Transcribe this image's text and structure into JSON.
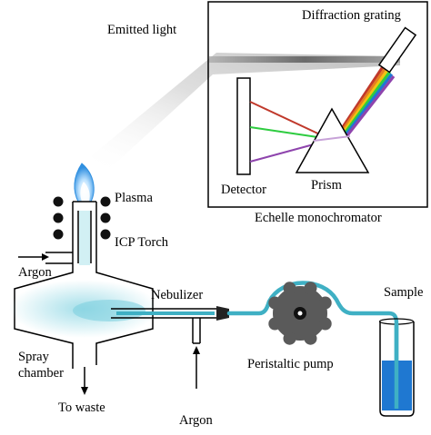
{
  "labels": {
    "emitted_light": "Emitted light",
    "diffraction_grating": "Diffraction grating",
    "detector": "Detector",
    "prism": "Prism",
    "echelle_monochromator": "Echelle monochromator",
    "plasma": "Plasma",
    "icp_torch": "ICP Torch",
    "argon_torch": "Argon",
    "nebulizer": "Nebulizer",
    "sample": "Sample",
    "spray": "Spray",
    "chamber": "chamber",
    "peristaltic_pump": "Peristaltic pump",
    "to_waste": "To waste",
    "argon_nebulizer": "Argon"
  },
  "colors": {
    "tube": "#3fb0c4",
    "spray_mist": "#9fdde8",
    "sample_liquid": "#1f78d1",
    "pump_body": "#5a5a5a",
    "flame_outer": "#3f9fe8",
    "flame_inner": "#dff2ff",
    "spectrum": [
      "#c0392b",
      "#e67e22",
      "#f1c40f",
      "#2ecc40",
      "#1f77d4",
      "#8e44ad"
    ]
  }
}
